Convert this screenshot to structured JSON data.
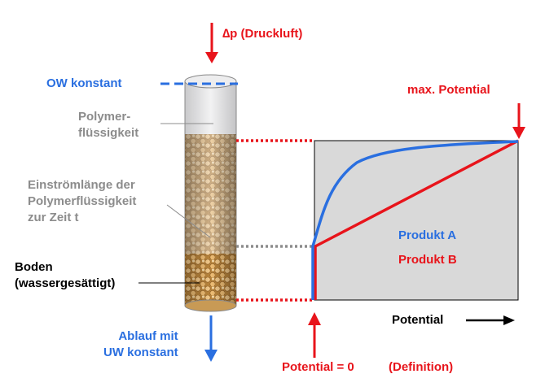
{
  "labels": {
    "pressure": "∆p (Druckluft)",
    "ow_constant": "OW konstant",
    "polymer_liquid": "Polymer-\nflüssigkeit",
    "inflow_length": "Einströmlänge der\nPolymerflüssigkeit\nzur Zeit t",
    "soil": "Boden\n(wassergesättigt)",
    "outflow": "Ablauf mit\nUW konstant",
    "max_potential": "max. Potential",
    "product_a": "Produkt A",
    "product_b": "Produkt B",
    "potential_axis": "Potential",
    "potential_zero": "Potential = 0",
    "definition": "(Definition)"
  },
  "colors": {
    "red": "#e8141b",
    "blue": "#2a6fe0",
    "gray_text": "#8c8c8c",
    "panel_fill": "#d9d9d9",
    "sand": "#e3b06a",
    "column_glass": "#e9e9ea"
  }
}
